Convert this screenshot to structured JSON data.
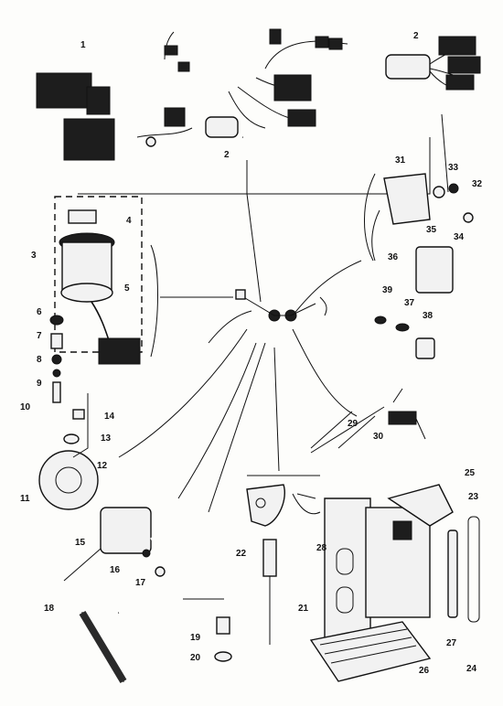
{
  "callouts": [
    "1",
    "2",
    "3",
    "4",
    "5",
    "6",
    "7",
    "8",
    "9",
    "10",
    "11",
    "12",
    "13",
    "14",
    "15",
    "16",
    "17",
    "18",
    "19",
    "20",
    "21",
    "22",
    "23",
    "24",
    "25",
    "26",
    "27",
    "28",
    "29",
    "30",
    "31",
    "32",
    "33",
    "34",
    "35",
    "36",
    "37",
    "38",
    "39"
  ]
}
